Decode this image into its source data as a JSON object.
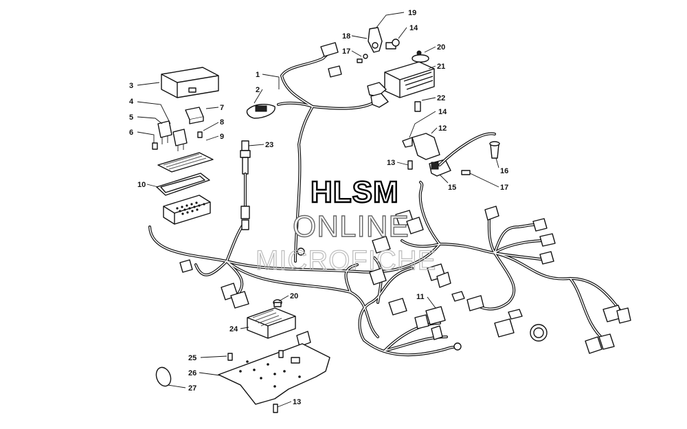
{
  "watermark": {
    "line1": "HLSM",
    "line2": "ONLINE",
    "line3": "MICROFICHE"
  },
  "callouts": [
    "1",
    "2",
    "3",
    "4",
    "5",
    "6",
    "7",
    "8",
    "9",
    "10",
    "11",
    "12",
    "13",
    "13",
    "14",
    "14",
    "15",
    "16",
    "17",
    "17",
    "18",
    "19",
    "20",
    "20",
    "21",
    "22",
    "23",
    "24",
    "25",
    "26",
    "27"
  ]
}
